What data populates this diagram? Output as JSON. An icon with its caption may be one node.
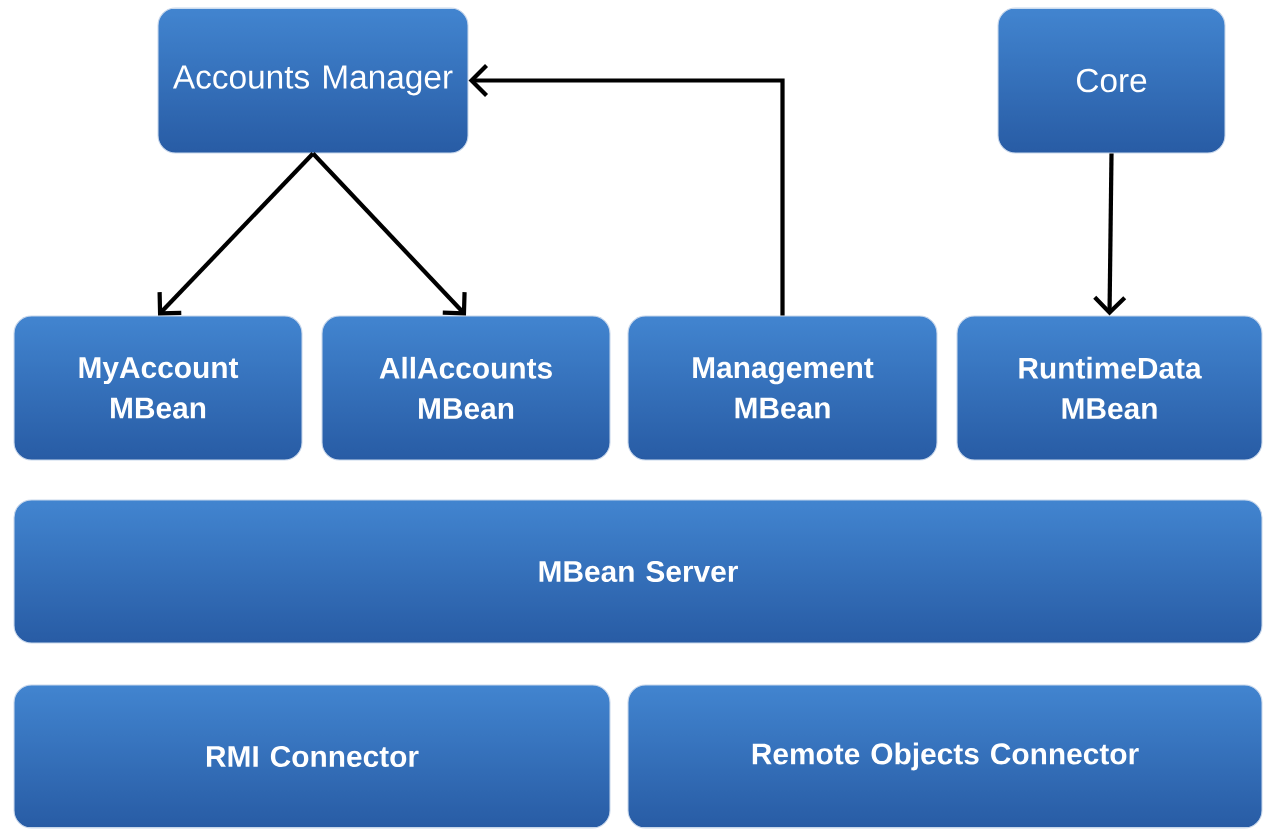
{
  "diagram": {
    "nodes": [
      {
        "text": [
          "Accounts Manager"
        ]
      },
      {
        "text": [
          "Core"
        ]
      },
      {
        "text": [
          "MyAccount MBean"
        ]
      },
      {
        "text": [
          "AllAccounts MBean"
        ]
      },
      {
        "text": [
          "Management MBean"
        ]
      },
      {
        "text": [
          "RuntimeData MBean"
        ]
      },
      {
        "text": [
          "MBean Server"
        ]
      },
      {
        "text": [
          "RMI Connector"
        ]
      },
      {
        "text": [
          "Remote Objects Connector"
        ]
      }
    ],
    "edges": [
      {
        "from": 0,
        "to": 2,
        "arrow": "to"
      },
      {
        "from": 0,
        "to": 3,
        "arrow": "to"
      },
      {
        "from": 4,
        "to": 0,
        "arrow": "to"
      },
      {
        "from": 1,
        "to": 5,
        "arrow": "to"
      }
    ]
  }
}
